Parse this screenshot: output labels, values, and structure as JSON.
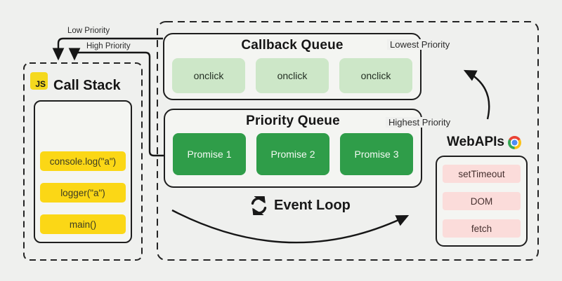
{
  "colors": {
    "background": "#eff0ee",
    "ink": "#1e1e1e",
    "panel": "#f4f5f2",
    "light_green": "#cde7c8",
    "dark_green": "#2f9d49",
    "yellow": "#fbd716",
    "pink": "#fbdcda",
    "js_yellow": "#f5d91e"
  },
  "call_stack": {
    "badge": "JS",
    "title": "Call Stack",
    "items": [
      "console.log(\"a\")",
      "logger(\"a\")",
      "main()"
    ]
  },
  "callback_queue": {
    "title": "Callback Queue",
    "priority_label": "Lowest Priority",
    "items": [
      "onclick",
      "onclick",
      "onclick"
    ]
  },
  "priority_queue": {
    "title": "Priority Queue",
    "priority_label": "Highest Priority",
    "items": [
      "Promise 1",
      "Promise 2",
      "Promise 3"
    ]
  },
  "web_apis": {
    "title": "WebAPIs",
    "items": [
      "setTimeout",
      "DOM",
      "fetch"
    ]
  },
  "event_loop": {
    "label": "Event Loop"
  },
  "arrows": {
    "low_label": "Low Priority",
    "high_label": "High Priority"
  }
}
